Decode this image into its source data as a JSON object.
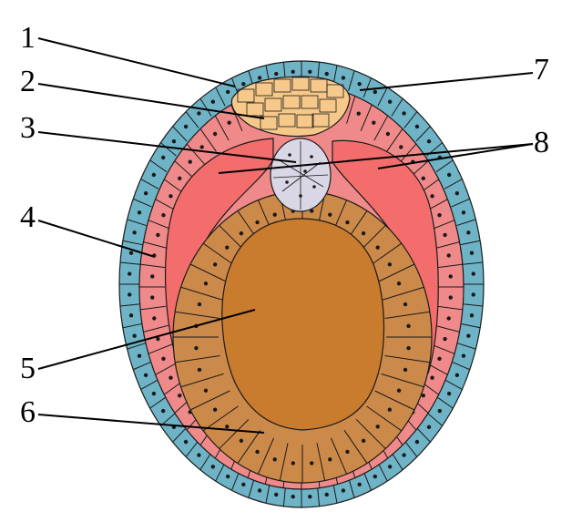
{
  "diagram": {
    "labels": [
      {
        "id": "1",
        "text": "1"
      },
      {
        "id": "2",
        "text": "2"
      },
      {
        "id": "3",
        "text": "3"
      },
      {
        "id": "4",
        "text": "4"
      },
      {
        "id": "5",
        "text": "5"
      },
      {
        "id": "6",
        "text": "6"
      },
      {
        "id": "7",
        "text": "7"
      },
      {
        "id": "8",
        "text": "8"
      }
    ],
    "colors": {
      "outer_cells": "#6fb3c6",
      "pink_cells": "#f08a8a",
      "red_cavity": "#f46d6d",
      "tan_cells": "#cc8a4a",
      "brown_center": "#c97b2e",
      "yellow_cluster": "#f6c98a",
      "lavender_cell": "#d9d7e6",
      "outline": "#1a1a1a"
    }
  }
}
